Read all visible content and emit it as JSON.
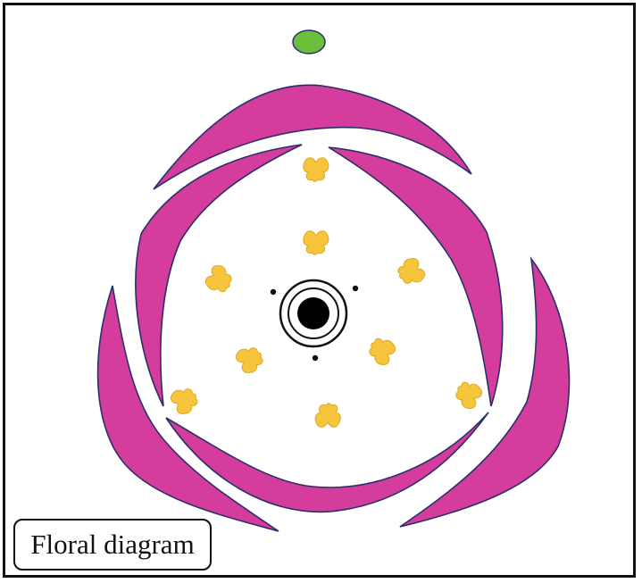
{
  "caption": "Floral diagram",
  "colors": {
    "petal": "#d43d9b",
    "petal_outline": "#2a2f6b",
    "stamen": "#f6c53c",
    "bract": "#6bbf3b",
    "ovary": "#000000",
    "frame": "#111111"
  },
  "icons": {
    "axis": "circle-dot",
    "stamen": "anther-shape",
    "bract": "ellipse"
  }
}
